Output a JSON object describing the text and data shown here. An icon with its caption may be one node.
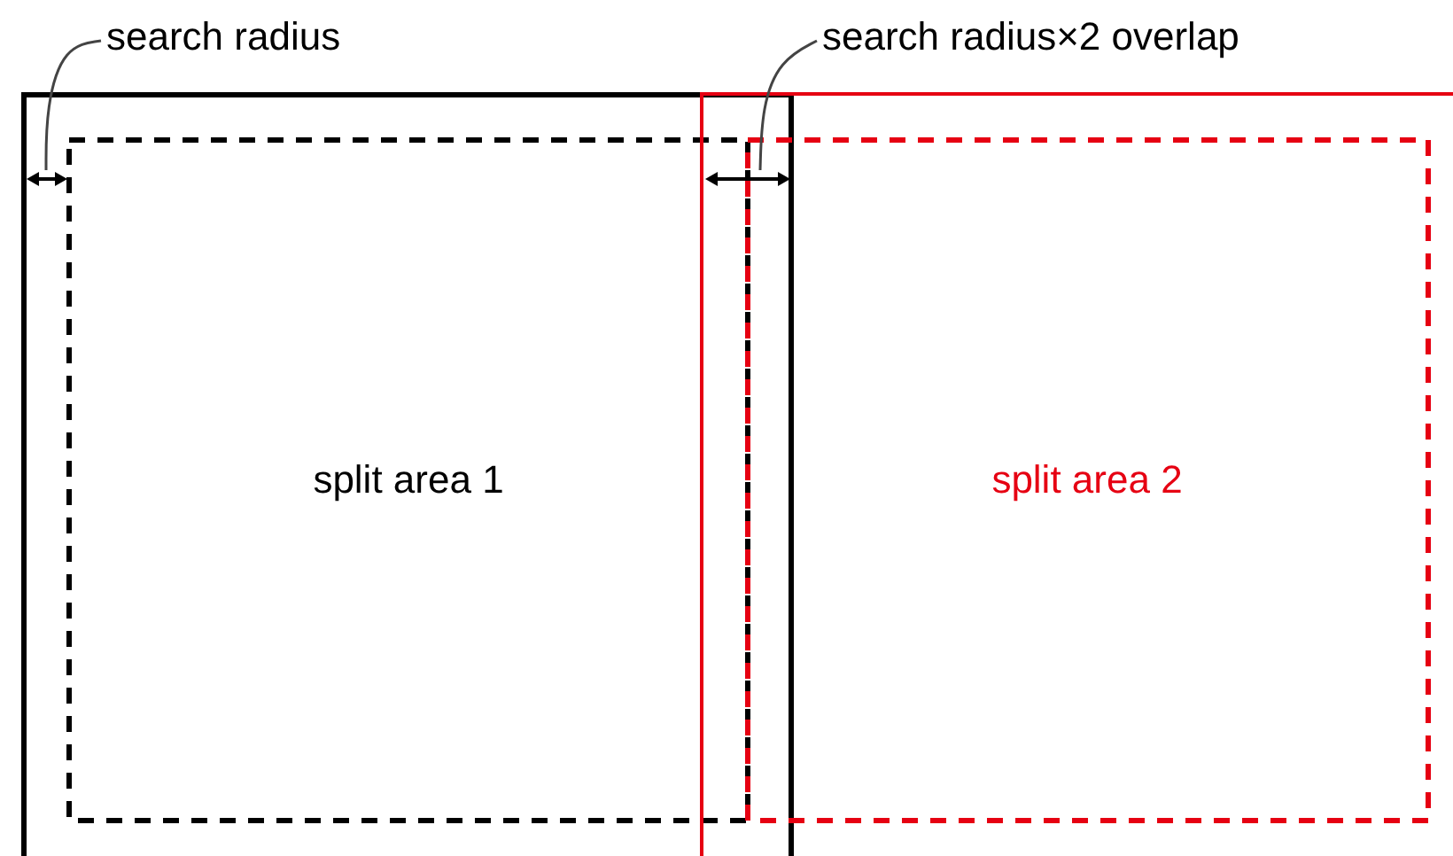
{
  "diagram": {
    "nodes": [
      {
        "text": [],
        "shape": "box"
      },
      {
        "text": [],
        "shape": "box"
      },
      {
        "text": [
          "split area 1"
        ],
        "in": 0
      },
      {
        "text": [
          "split area 2"
        ],
        "in": 1
      },
      {
        "text": [
          "search radius"
        ]
      },
      {
        "text": [
          "search radius×2 overlap"
        ]
      },
      {
        "text": [],
        "shape": "arrow",
        "in": 0
      },
      {
        "text": [],
        "shape": "arrow"
      }
    ],
    "edges": [
      {
        "from": 4,
        "to": 6,
        "arrow": "none"
      },
      {
        "from": 5,
        "to": 7,
        "arrow": "none"
      }
    ]
  }
}
